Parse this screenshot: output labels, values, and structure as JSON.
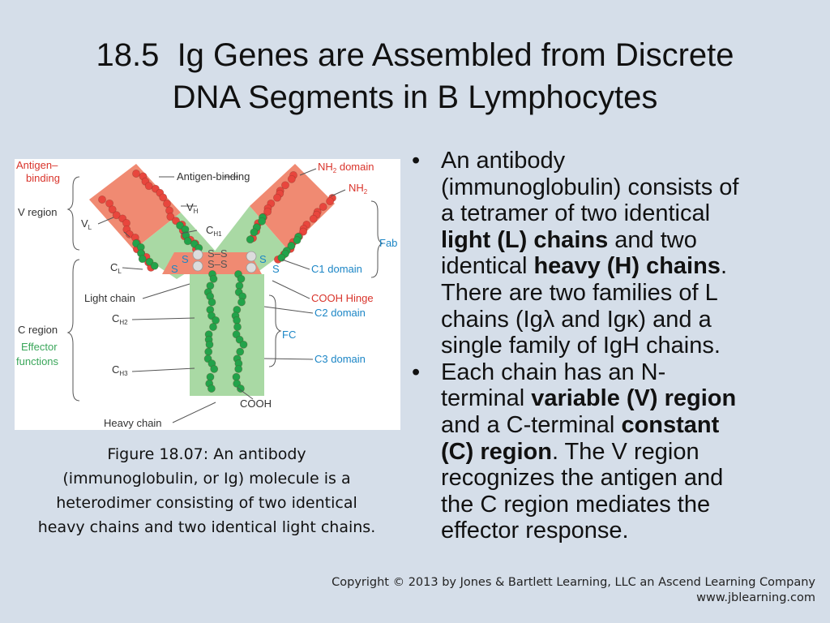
{
  "slide": {
    "title_lines": [
      "18.5  Ig Genes are Assembled from Discrete",
      "DNA Segments in B Lymphocytes"
    ],
    "caption_lines": [
      "Figure 18.07: An antibody",
      "(immunoglobulin, or Ig) molecule is a",
      "heterodimer consisting of two identical",
      "heavy chains and two identical light chains."
    ],
    "bullet_glyph": "•",
    "bullets": [
      {
        "lines": [
          [
            {
              "t": "An antibody"
            }
          ],
          [
            {
              "t": "(immunoglobulin) consists of"
            }
          ],
          [
            {
              "t": "a tetramer of two identical"
            }
          ],
          [
            {
              "t": "light (L) chains",
              "b": true
            },
            {
              "t": " and two"
            }
          ],
          [
            {
              "t": "identical "
            },
            {
              "t": "heavy (H) chains",
              "b": true
            },
            {
              "t": "."
            }
          ],
          [
            {
              "t": "There are two families of L"
            }
          ],
          [
            {
              "t": "chains (Igλ and Igκ) and a"
            }
          ],
          [
            {
              "t": "single family of IgH chains."
            }
          ]
        ]
      },
      {
        "lines": [
          [
            {
              "t": "Each chain has an N-"
            }
          ],
          [
            {
              "t": "terminal "
            },
            {
              "t": "variable (V) region",
              "b": true
            }
          ],
          [
            {
              "t": "and a C-terminal "
            },
            {
              "t": "constant",
              "b": true
            }
          ],
          [
            {
              "t": "(C) region",
              "b": true
            },
            {
              "t": ". The V region"
            }
          ],
          [
            {
              "t": "recognizes the antigen and"
            }
          ],
          [
            {
              "t": "the C region mediates the"
            }
          ],
          [
            {
              "t": "effector response."
            }
          ]
        ]
      }
    ],
    "copyright": {
      "line1": "Copyright © 2013 by Jones & Bartlett Learning, LLC an Ascend Learning Company",
      "line2": "www.jblearning.com"
    }
  },
  "diagram": {
    "colors": {
      "variable_region": "#f08a72",
      "constant_region": "#a9d9a4",
      "light_chain_beads": "#e8463d",
      "heavy_chain_beads": "#22a34a",
      "red_label": "#d9342b",
      "blue_label": "#1c86c6",
      "green_label": "#3aa65a"
    },
    "labels": {
      "antigen_binding_1": "Antigen–",
      "antigen_binding_2": "binding",
      "antigen_binding_top": "Antigen-binding",
      "nh2_domain": "NH",
      "nh2_domain_sub": "2",
      "nh2_domain_tail": " domain",
      "nh2": "NH",
      "nh2_sub": "2",
      "v_region": "V region",
      "vh": "V",
      "vh_sub": "H",
      "vl": "V",
      "vl_sub": "L",
      "ch1": "C",
      "ch1_sub": "H1",
      "fab": "Fab",
      "cl": "C",
      "cl_sub": "L",
      "c1_domain": "C1 domain",
      "light_chain": "Light chain",
      "cooh_hinge": "COOH Hinge",
      "ch2": "C",
      "ch2_sub": "H2",
      "c2_domain": "C2 domain",
      "c_region": "C region",
      "fc": "FC",
      "effector_1": "Effector",
      "effector_2": "functions",
      "c3_domain": "C3 domain",
      "ch3": "C",
      "ch3_sub": "H3",
      "cooh": "COOH",
      "heavy_chain": "Heavy chain",
      "ss": "S–S",
      "s": "S"
    }
  }
}
